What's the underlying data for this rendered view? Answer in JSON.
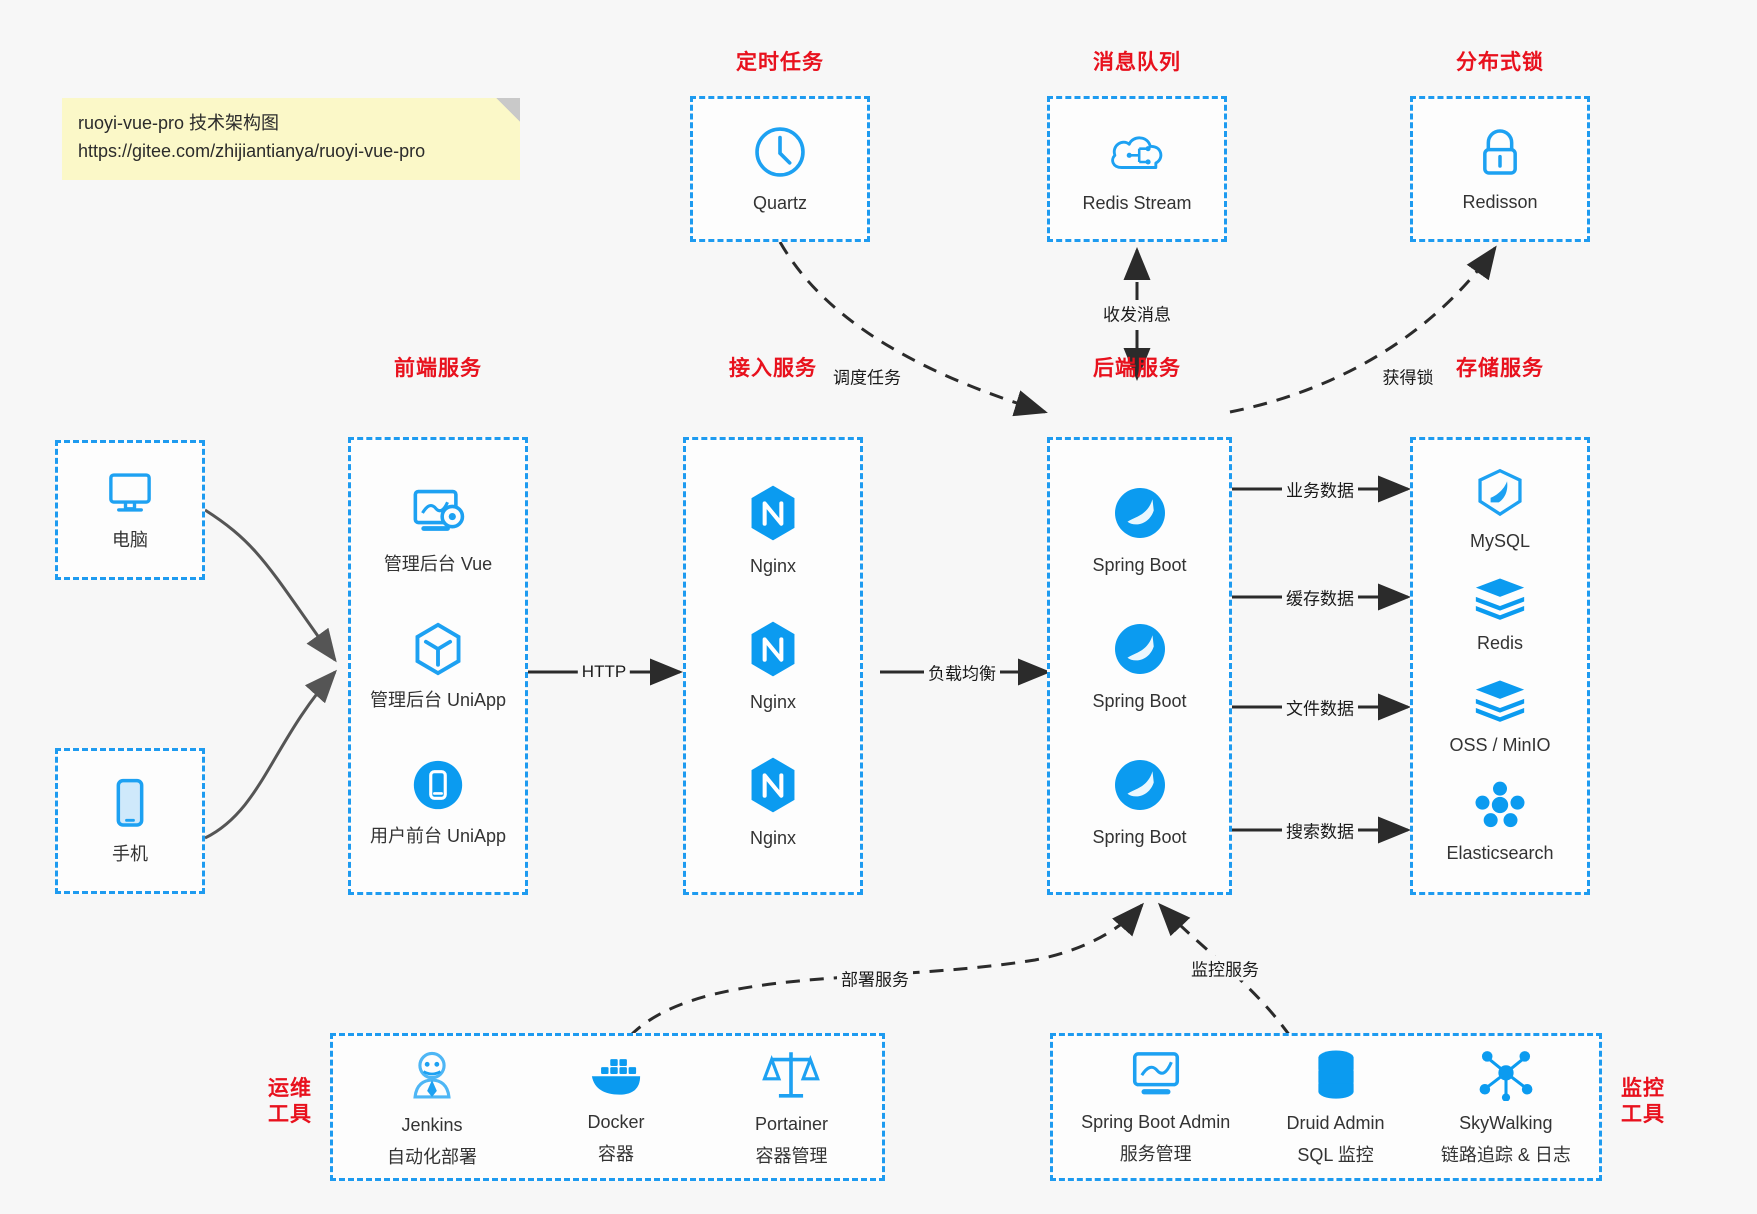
{
  "note": {
    "line1": "ruoyi-vue-pro 技术架构图",
    "line2": "https://gitee.com/zhijiantianya/ruoyi-vue-pro"
  },
  "groups": {
    "scheduled_task": {
      "title": "定时任务",
      "items": [
        {
          "label": "Quartz",
          "icon": "clock-icon"
        }
      ]
    },
    "message_queue": {
      "title": "消息队列",
      "items": [
        {
          "label": "Redis Stream",
          "icon": "cloud-stream-icon"
        }
      ]
    },
    "distributed_lock": {
      "title": "分布式锁",
      "items": [
        {
          "label": "Redisson",
          "icon": "lock-icon"
        }
      ]
    },
    "clients": {
      "items": [
        {
          "label": "电脑",
          "icon": "desktop-icon"
        },
        {
          "label": "手机",
          "icon": "mobile-icon"
        }
      ]
    },
    "frontend": {
      "title": "前端服务",
      "items": [
        {
          "label": "管理后台 Vue",
          "icon": "dashboard-gear-icon"
        },
        {
          "label": "管理后台 UniApp",
          "icon": "hexagon-cube-icon"
        },
        {
          "label": "用户前台 UniApp",
          "icon": "phone-app-icon"
        }
      ]
    },
    "gateway": {
      "title": "接入服务",
      "items": [
        {
          "label": "Nginx",
          "icon": "nginx-icon"
        },
        {
          "label": "Nginx",
          "icon": "nginx-icon"
        },
        {
          "label": "Nginx",
          "icon": "nginx-icon"
        }
      ]
    },
    "backend": {
      "title": "后端服务",
      "items": [
        {
          "label": "Spring Boot",
          "icon": "spring-leaf-icon"
        },
        {
          "label": "Spring Boot",
          "icon": "spring-leaf-icon"
        },
        {
          "label": "Spring Boot",
          "icon": "spring-leaf-icon"
        }
      ]
    },
    "storage": {
      "title": "存储服务",
      "items": [
        {
          "label": "MySQL",
          "icon": "mysql-dolphin-icon"
        },
        {
          "label": "Redis",
          "icon": "redis-stack-icon"
        },
        {
          "label": "OSS / MinIO",
          "icon": "oss-stack-icon"
        },
        {
          "label": "Elasticsearch",
          "icon": "elasticsearch-icon"
        }
      ]
    },
    "ops_tools": {
      "title_line1": "运维",
      "title_line2": "工具",
      "items": [
        {
          "label": "Jenkins",
          "sub": "自动化部署",
          "icon": "jenkins-butler-icon"
        },
        {
          "label": "Docker",
          "sub": "容器",
          "icon": "docker-whale-icon"
        },
        {
          "label": "Portainer",
          "sub": "容器管理",
          "icon": "portainer-scale-icon"
        }
      ]
    },
    "monitor_tools": {
      "title_line1": "监控",
      "title_line2": "工具",
      "items": [
        {
          "label": "Spring Boot Admin",
          "sub": "服务管理",
          "icon": "monitor-screen-icon"
        },
        {
          "label": "Druid Admin",
          "sub": "SQL 监控",
          "icon": "database-icon"
        },
        {
          "label": "SkyWalking",
          "sub": "链路追踪 & 日志",
          "icon": "skywalking-node-icon"
        }
      ]
    }
  },
  "edges": {
    "http": "HTTP",
    "load_balance": "负载均衡",
    "schedule_task": "调度任务",
    "send_receive_message": "收发消息",
    "acquire_lock": "获得锁",
    "business_data": "业务数据",
    "cache_data": "缓存数据",
    "file_data": "文件数据",
    "search_data": "搜索数据",
    "deploy_service": "部署服务",
    "monitor_service": "监控服务"
  },
  "colors": {
    "accent_blue": "#1e9bf0",
    "title_red": "#e8111d",
    "icon_blue": "#1da1f2",
    "note_yellow": "#fbf8c8",
    "background": "#f7f7f7"
  }
}
